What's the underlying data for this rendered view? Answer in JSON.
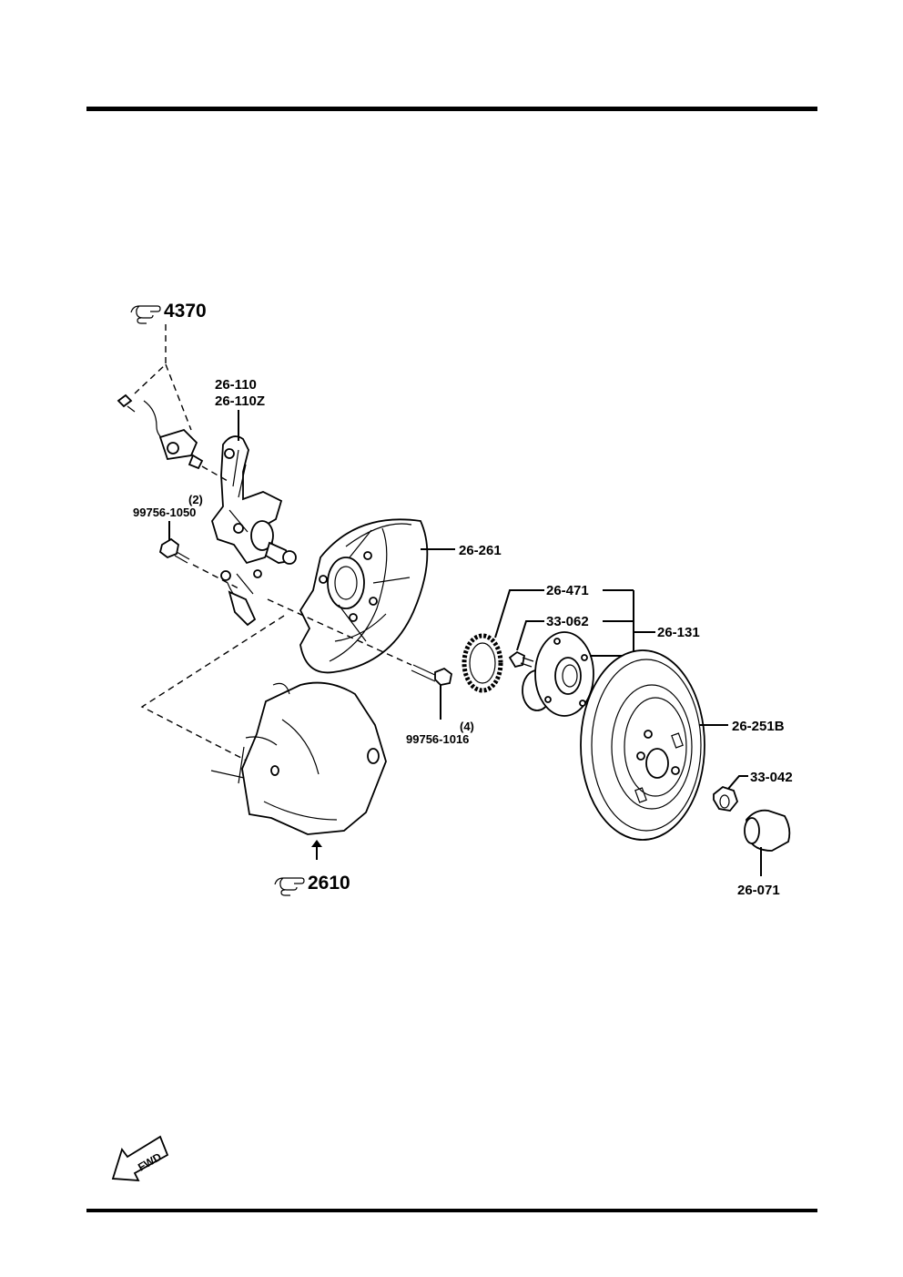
{
  "references": {
    "ref_top": "4370",
    "ref_bottom": "2610"
  },
  "parts": {
    "knuckle_a": "26-110",
    "knuckle_b": "26-110Z",
    "bolt_knuckle_qty": "(2)",
    "bolt_knuckle": "99756-1050",
    "dust_cover": "26-261",
    "bolt_cover_qty": "(4)",
    "bolt_cover": "99756-1016",
    "abs_ring": "26-471",
    "hub_bolt": "33-062",
    "hub_assembly": "26-131",
    "brake_disc": "26-251B",
    "lock_nut": "33-042",
    "hub_cap": "26-071"
  },
  "fwd_label": "FWD",
  "icons": {
    "reference": "pointing-hand-icon",
    "direction": "fwd-arrow-icon"
  }
}
